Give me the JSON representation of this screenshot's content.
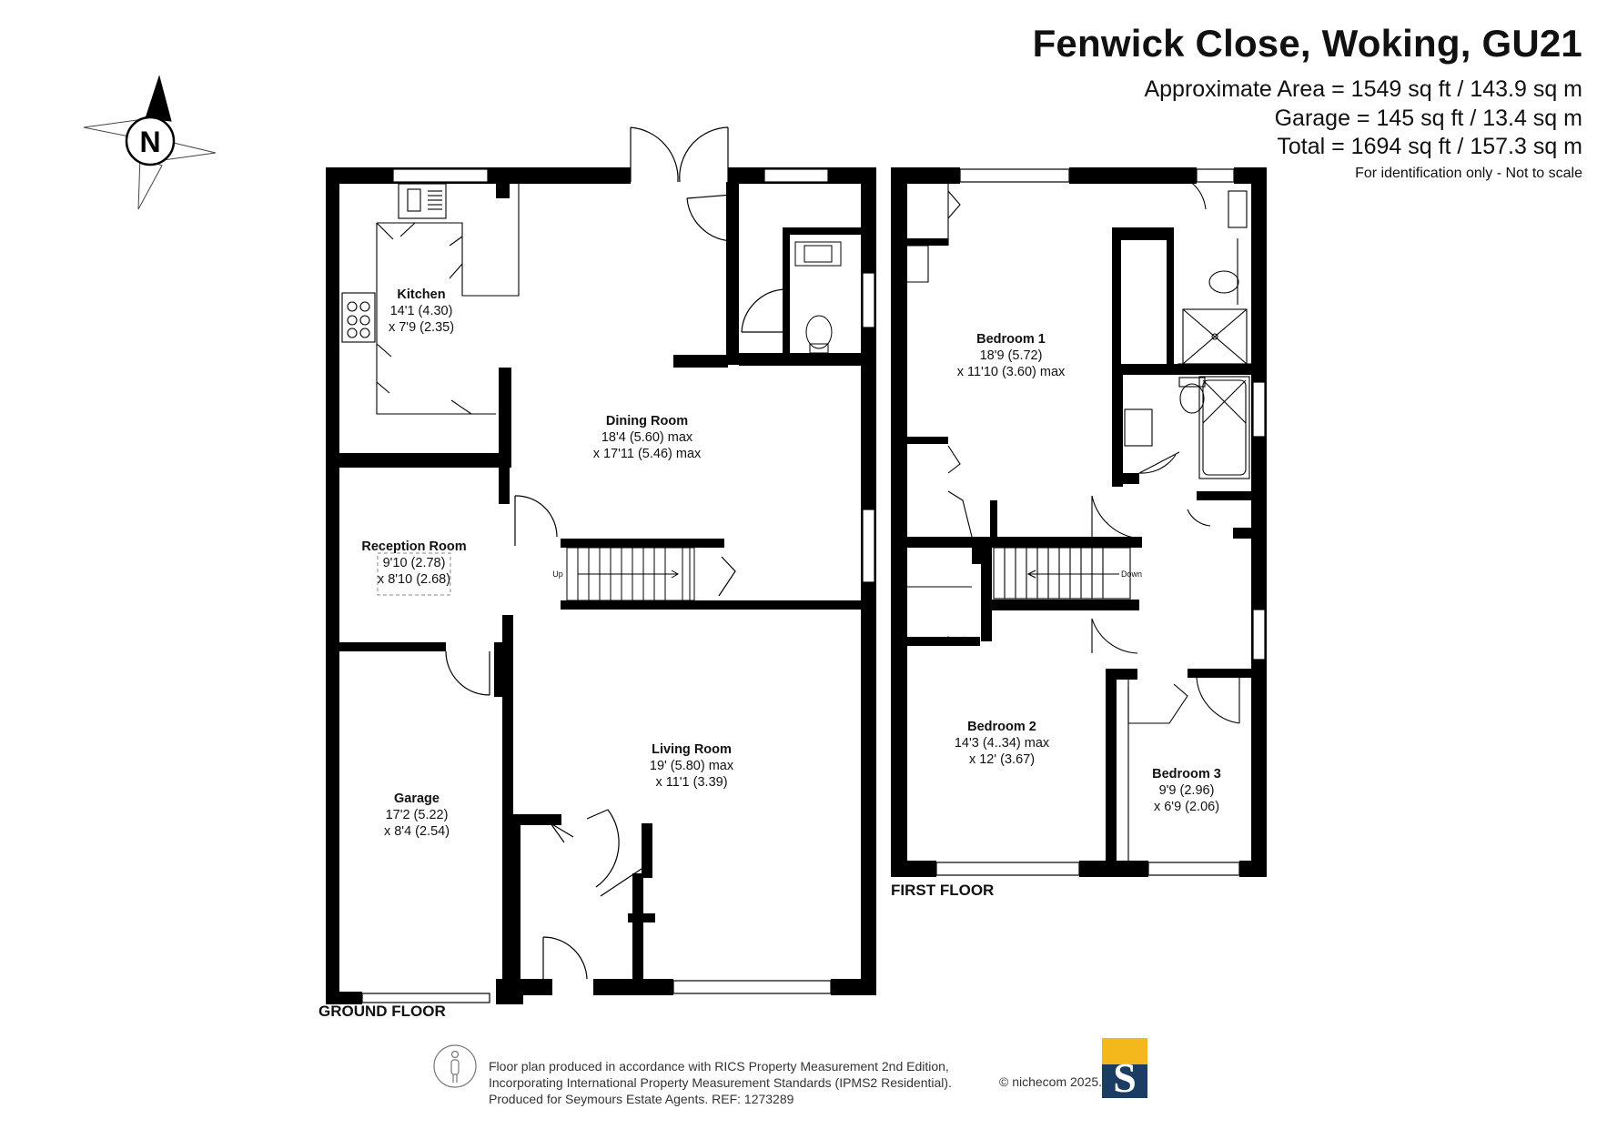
{
  "header": {
    "title": "Fenwick Close, Woking, GU21",
    "area_lines": [
      "Approximate Area = 1549 sq ft / 143.9 sq m",
      "Garage = 145 sq ft / 13.4 sq m",
      "Total = 1694 sq ft / 157.3 sq m"
    ],
    "note": "For identification only - Not to scale"
  },
  "compass": {
    "letter": "N"
  },
  "floors": {
    "ground": {
      "label": "GROUND FLOOR",
      "stairs_label": "Up",
      "rooms": {
        "kitchen": {
          "name": "Kitchen",
          "dims": [
            "14'1 (4.30)",
            "x 7'9 (2.35)"
          ]
        },
        "dining": {
          "name": "Dining Room",
          "dims": [
            "18'4 (5.60) max",
            "x 17'11 (5.46) max"
          ]
        },
        "reception": {
          "name": "Reception Room",
          "dims": [
            "9'10 (2.78)",
            "x 8'10 (2.68)"
          ]
        },
        "living": {
          "name": "Living Room",
          "dims": [
            "19' (5.80) max",
            "x 11'1 (3.39)"
          ]
        },
        "garage": {
          "name": "Garage",
          "dims": [
            "17'2 (5.22)",
            "x 8'4 (2.54)"
          ]
        }
      }
    },
    "first": {
      "label": "FIRST FLOOR",
      "stairs_label": "Down",
      "rooms": {
        "bedroom1": {
          "name": "Bedroom 1",
          "dims": [
            "18'9 (5.72)",
            "x 11'10 (3.60) max"
          ]
        },
        "bedroom2": {
          "name": "Bedroom 2",
          "dims": [
            "14'3 (4..34) max",
            "x 12' (3.67)"
          ]
        },
        "bedroom3": {
          "name": "Bedroom 3",
          "dims": [
            "9'9 (2.96)",
            "x 6'9 (2.06)"
          ]
        }
      }
    }
  },
  "footer": {
    "lines": [
      "Floor plan produced in accordance with RICS Property Measurement 2nd Edition,",
      "Incorporating International Property Measurement Standards (IPMS2 Residential).",
      "Produced for Seymours Estate Agents.    REF: 1273289"
    ],
    "copyright": "© nichecom 2025.",
    "logo_letter": "S"
  },
  "colors": {
    "wall": "#000000",
    "logo_blue": "#1c3d63",
    "logo_yellow": "#f5b81c"
  }
}
